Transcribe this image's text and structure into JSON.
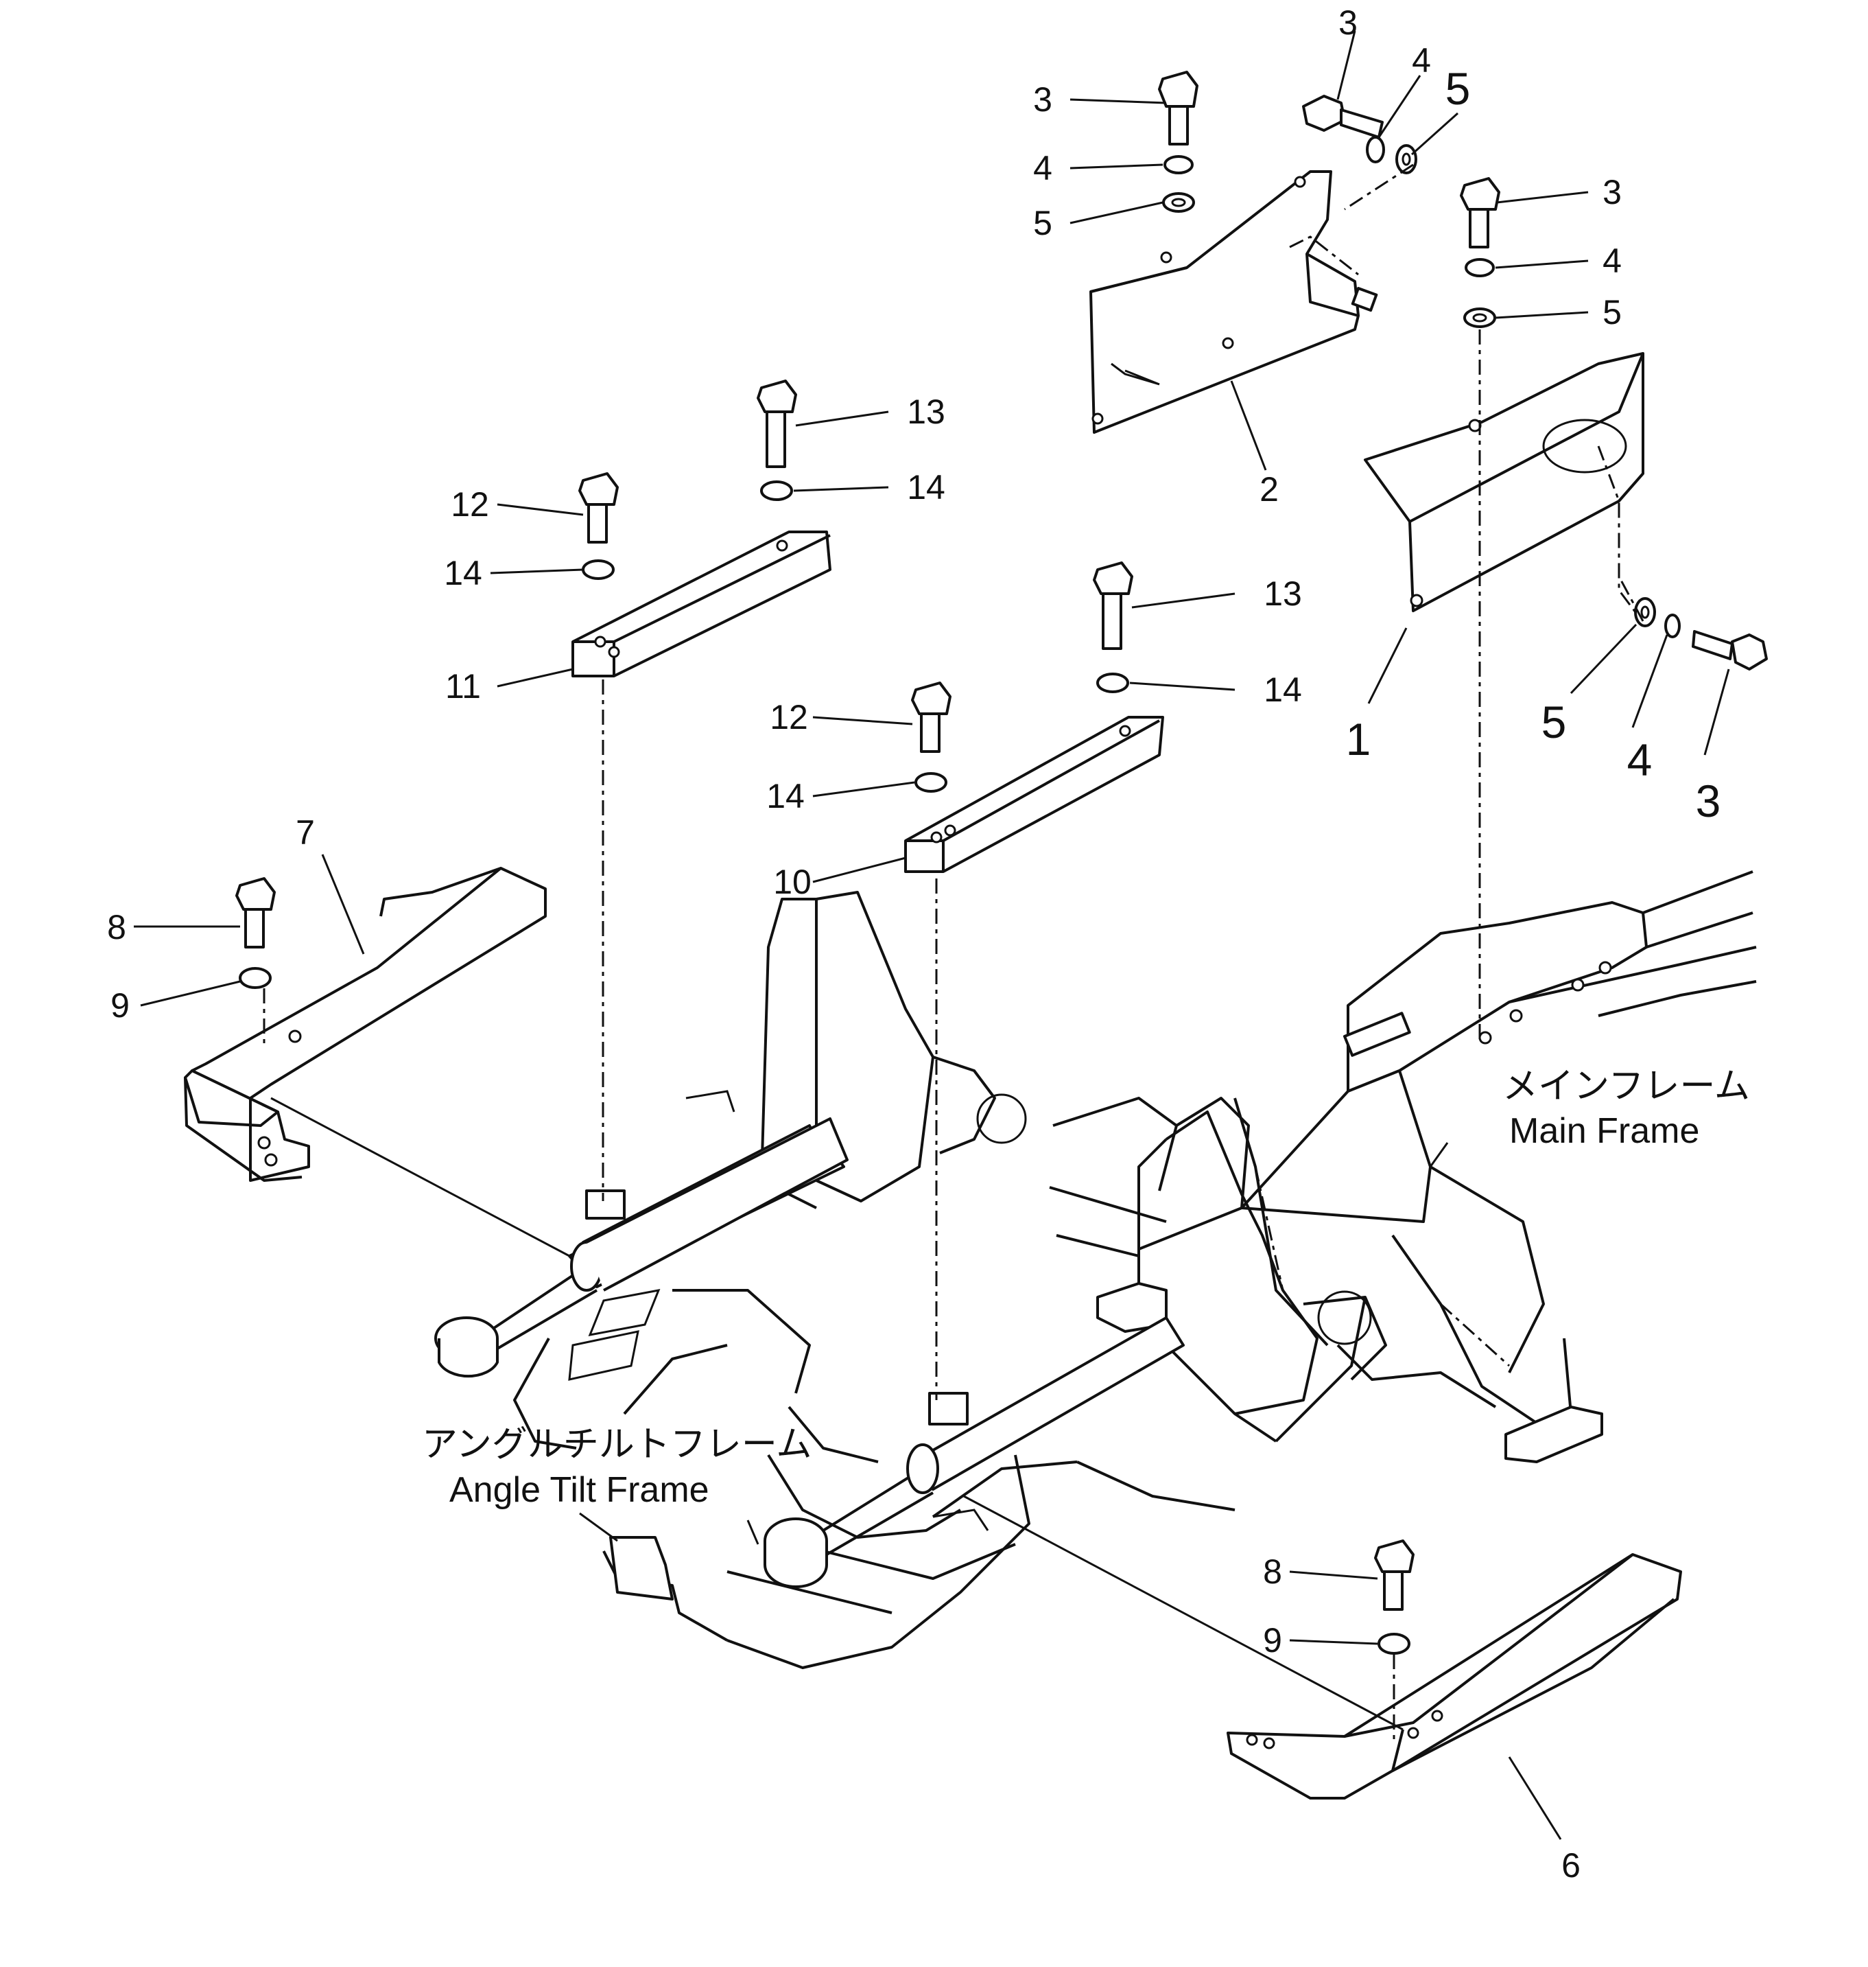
{
  "colors": {
    "ink": "#111111",
    "paper": "#ffffff"
  },
  "frame_labels": {
    "main_frame_jp": "メインフレーム",
    "main_frame_en": "Main Frame",
    "angle_tilt_jp": "アングルチルトフレーム",
    "angle_tilt_en": "Angle Tilt Frame"
  },
  "callouts": [
    {
      "text": "3"
    },
    {
      "text": "4"
    },
    {
      "text": "5"
    },
    {
      "text": "3"
    },
    {
      "text": "4"
    },
    {
      "text": "5"
    },
    {
      "text": "3"
    },
    {
      "text": "4"
    },
    {
      "text": "5"
    },
    {
      "text": "2"
    },
    {
      "text": "1"
    },
    {
      "text": "5"
    },
    {
      "text": "4"
    },
    {
      "text": "3"
    },
    {
      "text": "13"
    },
    {
      "text": "14"
    },
    {
      "text": "12"
    },
    {
      "text": "14"
    },
    {
      "text": "11"
    },
    {
      "text": "13"
    },
    {
      "text": "14"
    },
    {
      "text": "12"
    },
    {
      "text": "14"
    },
    {
      "text": "10"
    },
    {
      "text": "7"
    },
    {
      "text": "8"
    },
    {
      "text": "9"
    },
    {
      "text": "8"
    },
    {
      "text": "9"
    },
    {
      "text": "6"
    }
  ]
}
